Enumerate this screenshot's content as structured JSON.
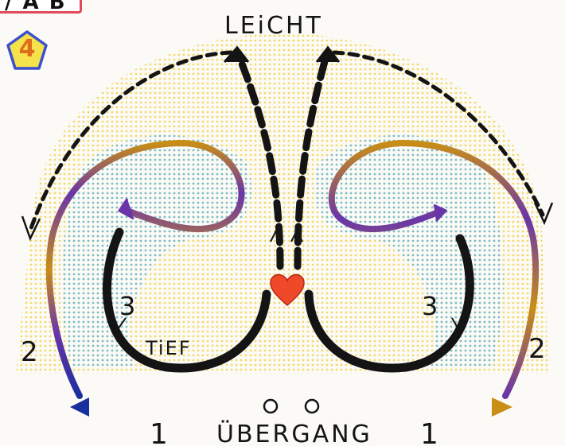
{
  "header": {
    "corner_text": "/ A B"
  },
  "badge": {
    "number": "4",
    "shape": "pentagon-icon"
  },
  "labels": {
    "top": "LEiCHT",
    "deep": "TiEF",
    "bottom": "ÜBERGANG",
    "step1_left": "1",
    "step1_right": "1",
    "step2_left": "2",
    "step2_right": "2",
    "step3_left": "3",
    "step3_right": "3"
  },
  "center_icon": "heart-icon",
  "colors": {
    "heart": "#f0492a",
    "black_path": "#141414",
    "blue": "#1a2f9e",
    "purple": "#6a35a8",
    "gold": "#c98e16",
    "glow_yellow": "#ffe47a",
    "glow_blue": "#8fd3f2",
    "badge_fill": "#f6e24a",
    "badge_stroke": "#3b4fcf"
  }
}
